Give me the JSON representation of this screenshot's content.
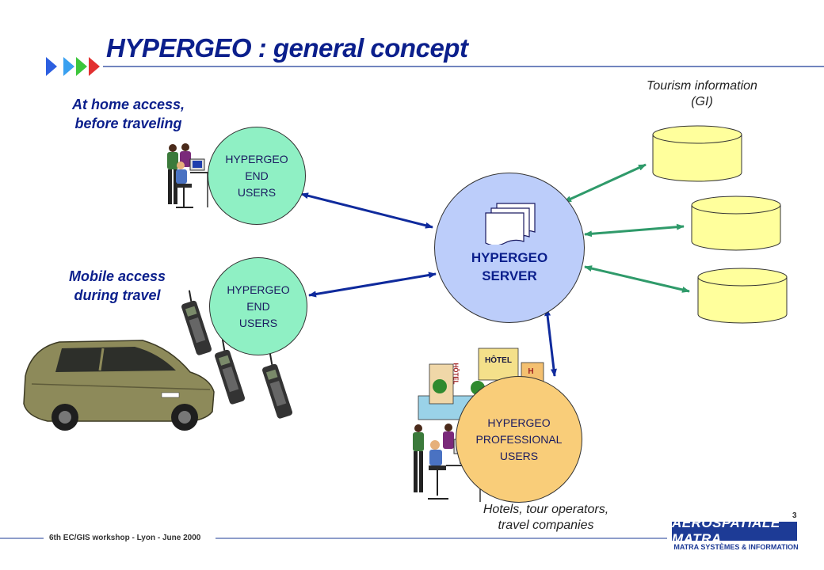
{
  "title": "HYPERGEO : general concept",
  "sections": {
    "home_access": [
      "At home access,",
      "before traveling"
    ],
    "mobile_access": [
      "Mobile access",
      "during travel"
    ],
    "tourism": [
      "Tourism information",
      "(GI)"
    ],
    "professionals": [
      "Hotels, tour operators,",
      "travel companies"
    ]
  },
  "nodes": {
    "end_users_home": [
      "HYPERGEO",
      "END",
      "USERS"
    ],
    "end_users_mobile": [
      "HYPERGEO",
      "END",
      "USERS"
    ],
    "server": [
      "HYPERGEO",
      "SERVER"
    ],
    "professional_users": [
      "HYPERGEO",
      "PROFESSIONAL",
      "USERS"
    ]
  },
  "hotel_signs": [
    "HÔTEL",
    "H",
    "HÔTEL"
  ],
  "footer": "6th EC/GIS workshop - Lyon - June 2000",
  "page_number": "3",
  "logo": {
    "name": "AEROSPATIALE MATRA",
    "subtitle": "MATRA SYSTÈMES & INFORMATION"
  },
  "colors": {
    "title": "#0b1f8c",
    "blue_arrow": "#0f2a9c",
    "green_arrow": "#2f9a6a",
    "end_users_fill": "#8ff0c4",
    "server_fill": "#bccdfa",
    "professional_fill": "#f9cd79",
    "database_fill": "#ffff9c"
  }
}
